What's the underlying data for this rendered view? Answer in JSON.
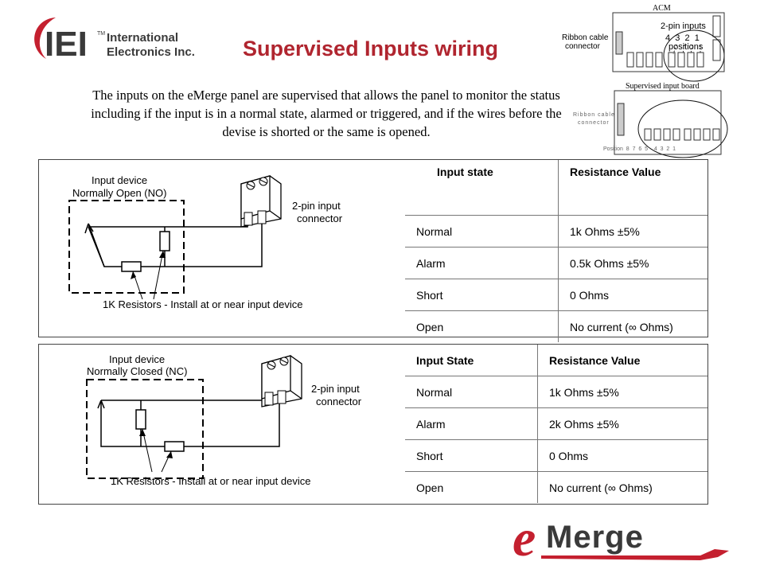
{
  "logo": {
    "company_line1": "International",
    "company_line2": "Electronics Inc.",
    "mark": "IEI",
    "trademark": "TM"
  },
  "title": "Supervised Inputs wiring",
  "intro": "The inputs on the eMerge panel are supervised that allows the panel to monitor the status including if the input is in a normal state, alarmed or triggered, and if the wires before the devise is   shorted or the same is opened.",
  "acm_figure": {
    "acm_label": "ACM",
    "ribbon_label_1": "Ribbon cable",
    "ribbon_label_2": "connector",
    "inputs_label": "2-pin inputs",
    "positions_numbers": "4  3  2  1",
    "positions_label": "positions",
    "board_label": "Supervised input board",
    "board_ribbon_1": "Ribbon cable",
    "board_ribbon_2": "connector",
    "board_positions": "Position  8  7  6  5    4  3  2  1"
  },
  "no_panel": {
    "device_line1": "Input device",
    "device_line2": "Normally Open (NO)",
    "connector_line1": "2-pin input",
    "connector_line2": "connector",
    "resistor_label": "1K Resistors - Install at or near input device",
    "table": {
      "header": [
        "Input state",
        "Resistance Value"
      ],
      "rows": [
        {
          "state": "Normal",
          "value": "1k Ohms ±5%"
        },
        {
          "state": "Alarm",
          "value": "0.5k Ohms ±5%"
        },
        {
          "state": "Short",
          "value": "0 Ohms"
        },
        {
          "state": "Open",
          "value": "No current (∞ Ohms)"
        }
      ]
    }
  },
  "nc_panel": {
    "device_line1": "Input device",
    "device_line2": "Normally Closed (NC)",
    "connector_line1": "2-pin input",
    "connector_line2": "connector",
    "resistor_label": "1K Resistors - Install at or near input device",
    "table": {
      "header": [
        "Input State",
        "Resistance Value"
      ],
      "rows": [
        {
          "state": "Normal",
          "value": "1k Ohms ±5%"
        },
        {
          "state": "Alarm",
          "value": "2k Ohms ±5%"
        },
        {
          "state": "Short",
          "value": "0 Ohms"
        },
        {
          "state": "Open",
          "value": "No current (∞ Ohms)"
        }
      ]
    }
  },
  "brand": {
    "e": "e",
    "merge": "Merge"
  },
  "colors": {
    "title": "#b0252f",
    "logo_red": "#c4202f",
    "logo_dark": "#3a3a3a"
  }
}
